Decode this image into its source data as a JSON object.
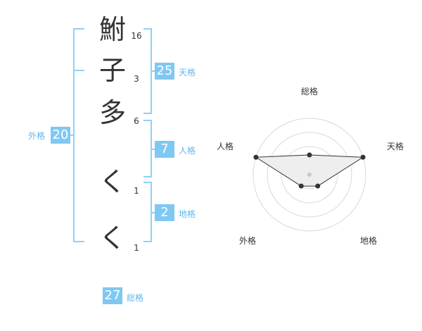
{
  "characters": [
    {
      "char": "鮒",
      "strokes": "16"
    },
    {
      "char": "子",
      "strokes": "3"
    },
    {
      "char": "多",
      "strokes": "6"
    },
    {
      "char": "く",
      "strokes": "1"
    },
    {
      "char": "く",
      "strokes": "1"
    }
  ],
  "fortunes": {
    "tenkaku": {
      "value": "25",
      "label": "天格"
    },
    "jinkaku": {
      "value": "7",
      "label": "人格"
    },
    "chikaku": {
      "value": "2",
      "label": "地格"
    },
    "gaikaku": {
      "value": "20",
      "label": "外格"
    },
    "soukaku": {
      "value": "27",
      "label": "総格"
    }
  },
  "radar": {
    "labels": {
      "top": "総格",
      "right": "天格",
      "bottom_right": "地格",
      "bottom_left": "外格",
      "left": "人格"
    },
    "levels": 4,
    "scores": {
      "top": 0.35,
      "right": 1.0,
      "bottom_right": 0.25,
      "bottom_left": 0.25,
      "left": 1.0
    },
    "colors": {
      "grid": "#d8d8d8",
      "fill": "#eeeeee",
      "line": "#333333",
      "point": "#333333",
      "center": "#c8c8c8"
    }
  }
}
